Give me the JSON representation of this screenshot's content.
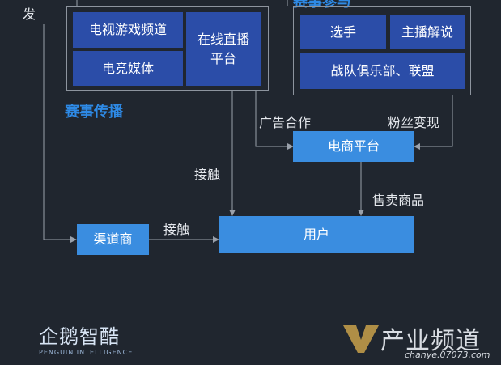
{
  "left_edge_label": "发",
  "broadcast_group": {
    "title": "赛事传播",
    "items": [
      "电视游戏频道",
      "电竞媒体",
      "在线直播平台"
    ]
  },
  "participant_group": {
    "title": "赛事参与",
    "items": [
      "选手",
      "主播解说",
      "战队俱乐部、联盟"
    ]
  },
  "nodes": {
    "ecommerce": "电商平台",
    "user": "用户",
    "channel": "渠道商"
  },
  "edge_labels": {
    "ad": "广告合作",
    "fans": "粉丝变现",
    "contact_top": "接触",
    "sell": "售卖商品",
    "contact_channel": "接触"
  },
  "logos": {
    "penguin_text": "企鹅智酷",
    "penguin_sub": "PENGUIN INTELLIGENCE",
    "watermark_text": "产业频道",
    "watermark_sub": "chanye.07073.com"
  },
  "colors": {
    "background": "#20262f",
    "box_dark": "#2b4da8",
    "box_light": "#3a8de0",
    "accent_title": "#2e8ae6"
  }
}
